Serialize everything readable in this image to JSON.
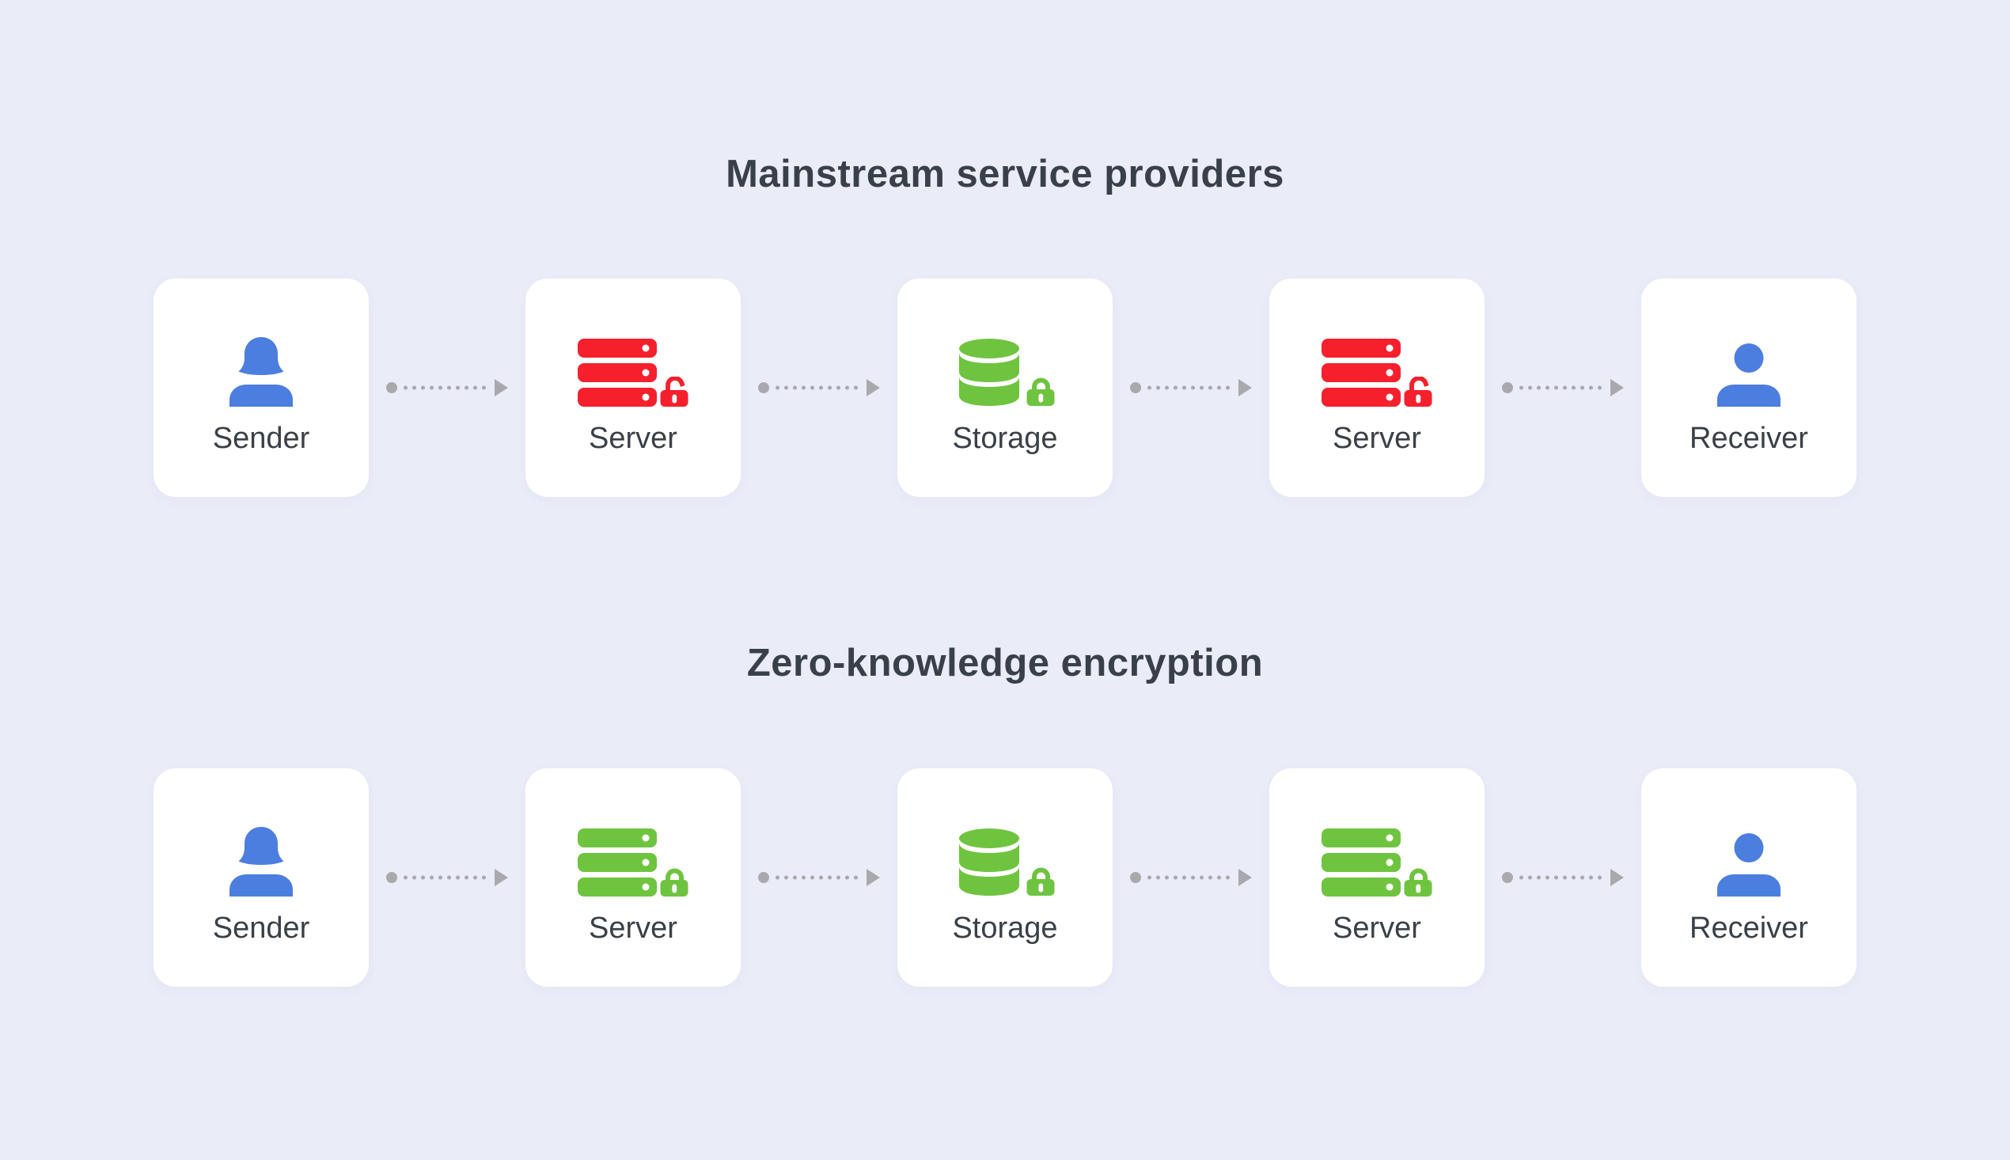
{
  "diagram": {
    "background_color": "#EAEDF8",
    "card_color": "#FFFFFF",
    "connector_color": "#A9A9AD",
    "title_color": "#3A4049",
    "label_color": "#3A4047",
    "accent_colors": {
      "person_blue": "#4C7EE0",
      "insecure_red": "#F6202D",
      "secure_green": "#6FC43F"
    },
    "sections": [
      {
        "title": "Mainstream service providers",
        "nodes": [
          {
            "label": "Sender",
            "icon": "person-female-icon",
            "color": "blue",
            "lock": null
          },
          {
            "label": "Server",
            "icon": "server-icon",
            "color": "red",
            "lock": "open"
          },
          {
            "label": "Storage",
            "icon": "database-icon",
            "color": "green",
            "lock": "closed"
          },
          {
            "label": "Server",
            "icon": "server-icon",
            "color": "red",
            "lock": "open"
          },
          {
            "label": "Receiver",
            "icon": "person-male-icon",
            "color": "blue",
            "lock": null
          }
        ]
      },
      {
        "title": "Zero-knowledge encryption",
        "nodes": [
          {
            "label": "Sender",
            "icon": "person-female-icon",
            "color": "blue",
            "lock": null
          },
          {
            "label": "Server",
            "icon": "server-icon",
            "color": "green",
            "lock": "closed"
          },
          {
            "label": "Storage",
            "icon": "database-icon",
            "color": "green",
            "lock": "closed"
          },
          {
            "label": "Server",
            "icon": "server-icon",
            "color": "green",
            "lock": "closed"
          },
          {
            "label": "Receiver",
            "icon": "person-male-icon",
            "color": "blue",
            "lock": null
          }
        ]
      }
    ]
  }
}
